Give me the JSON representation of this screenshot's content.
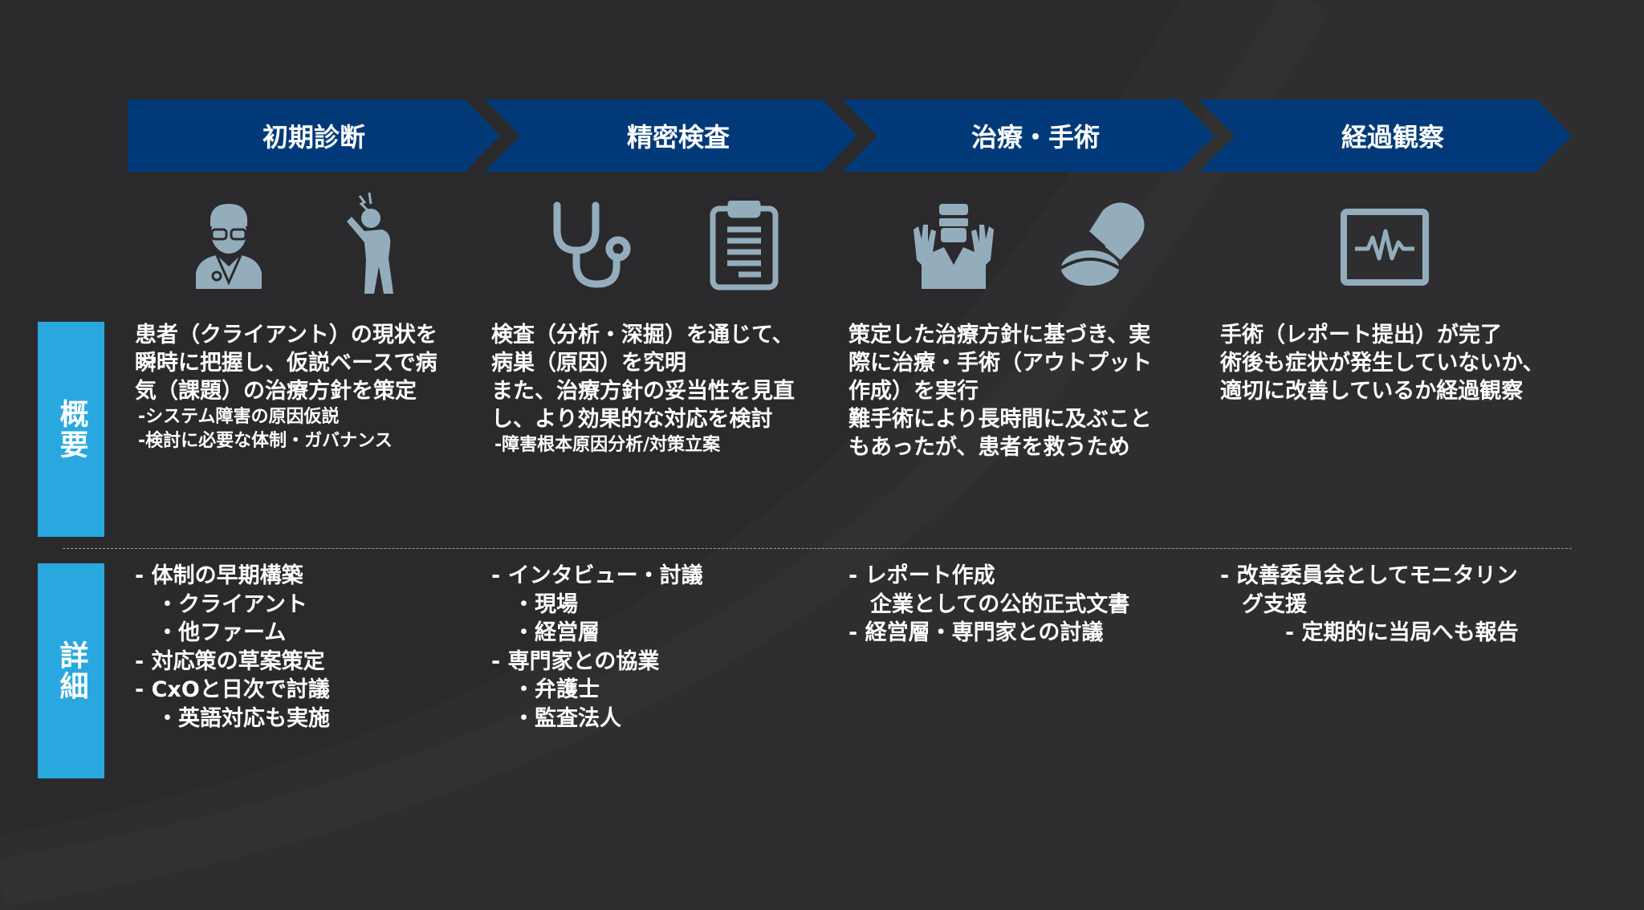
{
  "colors": {
    "background": "#2a2a2c",
    "chevron": "#023a79",
    "side_label": "#29a8e0",
    "icon": "#94adbd"
  },
  "phases": [
    {
      "title": "初期診断",
      "icons": [
        "doctor-icon",
        "patient-headache-icon"
      ]
    },
    {
      "title": "精密検査",
      "icons": [
        "stethoscope-icon",
        "clipboard-icon"
      ]
    },
    {
      "title": "治療・手術",
      "icons": [
        "surgeon-icon",
        "pills-icon"
      ]
    },
    {
      "title": "経過観察",
      "icons": [
        "heart-monitor-icon"
      ]
    }
  ],
  "side_labels": {
    "overview": "概要",
    "details": "詳細"
  },
  "overview": [
    {
      "lines": [
        "患者（クライアント）の現状を",
        "瞬時に把握し、仮説ベースで病",
        "気（課題）の治療方針を策定"
      ],
      "sub": [
        "-システム障害の原因仮説",
        "-検討に必要な体制・ガバナンス"
      ]
    },
    {
      "lines": [
        "検査（分析・深掘）を通じて、",
        "病巣（原因）を究明",
        "また、治療方針の妥当性を見直",
        "し、より効果的な対応を検討"
      ],
      "sub": [
        "-障害根本原因分析/対策立案"
      ]
    },
    {
      "lines": [
        "策定した治療方針に基づき、実",
        "際に治療・手術（アウトプット",
        "作成）を実行",
        "難手術により長時間に及ぶこと",
        "もあったが、患者を救うため"
      ],
      "sub": []
    },
    {
      "lines": [
        "手術（レポート提出）が完了",
        "術後も症状が発生していないか、",
        "適切に改善しているか経過観察"
      ],
      "sub": []
    }
  ],
  "details": [
    [
      "-  体制の早期構築",
      "　・クライアント",
      "　・他ファーム",
      "-  対応策の草案策定",
      "-  CxOと日次で討議",
      "　・英語対応も実施"
    ],
    [
      "-  インタビュー・討議",
      "　・現場",
      "　・経営層",
      "-  専門家との協業",
      "　・弁護士",
      "　・監査法人"
    ],
    [
      "-  レポート作成",
      "　企業としての公的正式文書",
      "-  経営層・専門家との討議"
    ],
    [
      "-  改善委員会としてモニタリン",
      "　グ支援",
      "　　　-  定期的に当局へも報告"
    ]
  ]
}
